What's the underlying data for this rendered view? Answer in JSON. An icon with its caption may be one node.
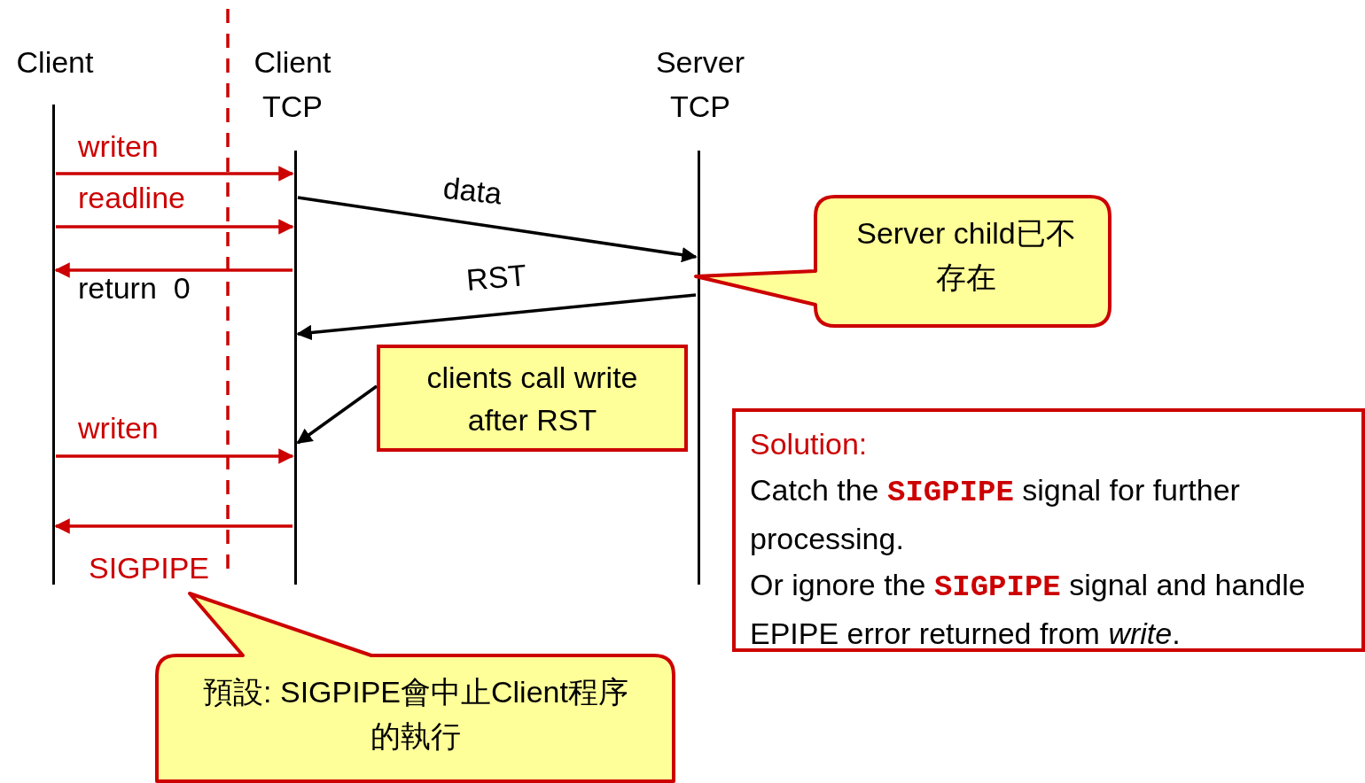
{
  "diagram": {
    "nodes": [
      {
        "text": [
          "Client"
        ]
      },
      {
        "text": [
          "Client TCP"
        ]
      },
      {
        "text": [
          "Server TCP"
        ]
      },
      {
        "text": [
          "Server child已不存在"
        ]
      },
      {
        "text": [
          "clients call write after RST"
        ]
      },
      {
        "text": [
          "Solution:",
          "Catch the **SIGPIPE** signal for further processing.",
          "Or ignore the **SIGPIPE** signal and handle EPIPE error returned from *write*."
        ]
      },
      {
        "text": [
          "預設: SIGPIPE會中止Client程序的執行"
        ]
      }
    ],
    "edges": [
      {
        "from": 0,
        "to": 1,
        "arrow": "to",
        "label": "writen"
      },
      {
        "from": 0,
        "to": 1,
        "arrow": "to",
        "label": "readline"
      },
      {
        "from": 1,
        "to": 0,
        "arrow": "to",
        "label": "return  0"
      },
      {
        "from": 1,
        "to": 2,
        "arrow": "to",
        "label": "data",
        "color": "#000000"
      },
      {
        "from": 2,
        "to": 1,
        "arrow": "to",
        "label": "RST",
        "color": "#000000"
      },
      {
        "from": 4,
        "to": 1,
        "arrow": "to",
        "color": "#000000"
      },
      {
        "from": 0,
        "to": 1,
        "arrow": "to",
        "label": "writen"
      },
      {
        "from": 1,
        "to": 0,
        "arrow": "to",
        "label": "SIGPIPE"
      }
    ]
  }
}
